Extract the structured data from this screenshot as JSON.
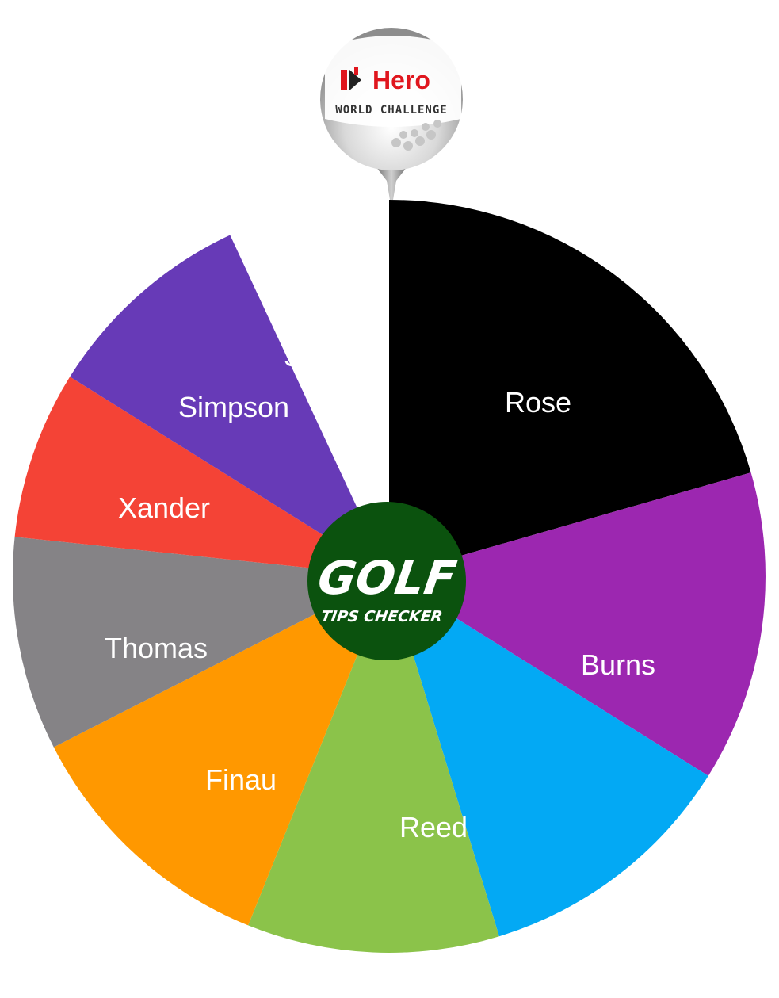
{
  "wheel": {
    "segments": [
      {
        "label": "Rose",
        "color": "#000000"
      },
      {
        "label": "Burns",
        "color": "#9c27b0"
      },
      {
        "label": "Reed",
        "color": "#03a9f4"
      },
      {
        "label": "Finau",
        "color": "#8bc34a"
      },
      {
        "label": "Thomas",
        "color": "#ff9800"
      },
      {
        "label": "Xander",
        "color": "#858386"
      },
      {
        "label": "Simpson",
        "color": "#f44336"
      },
      {
        "label": "Stenson",
        "color": "#673ab7"
      }
    ]
  },
  "pointer_logo": {
    "brand": "Hero",
    "subtitle": "WORLD CHALLENGE"
  },
  "hub_logo": {
    "line1": "GOLF",
    "line2": "TIPS CHECKER",
    "color": "#0b520e"
  }
}
